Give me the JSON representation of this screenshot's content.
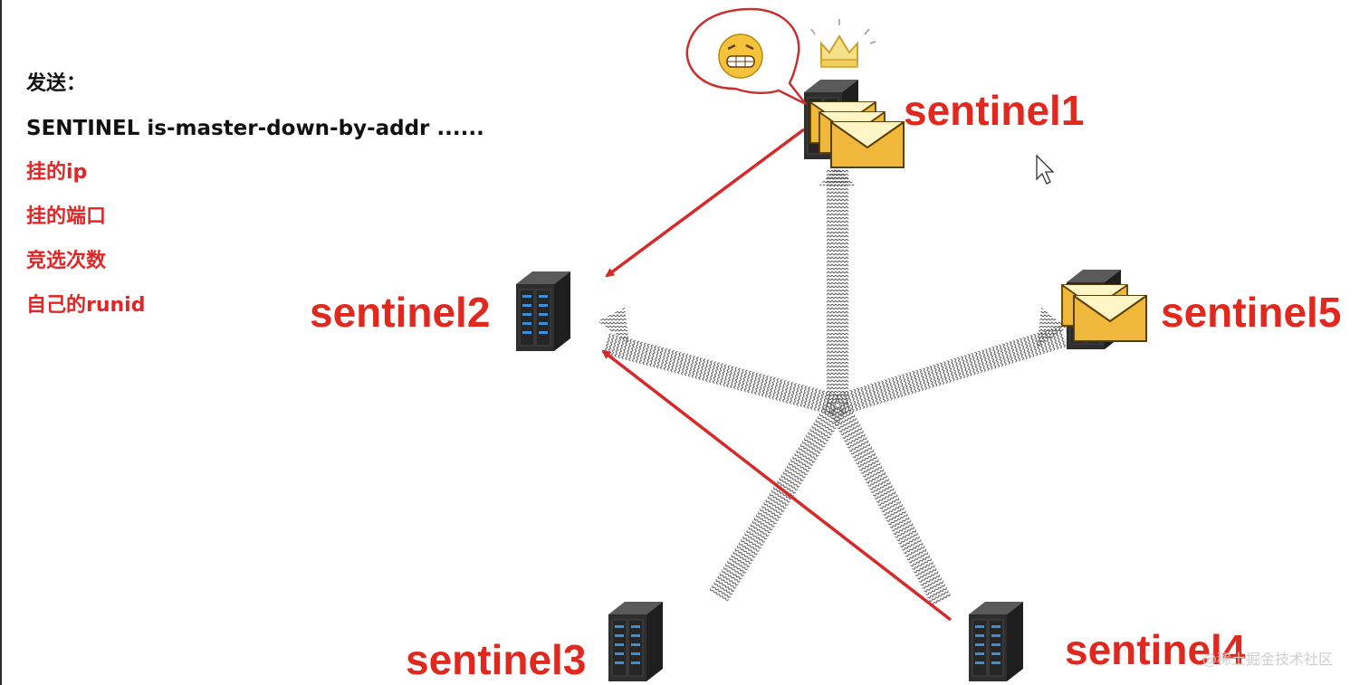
{
  "info": {
    "title": "发送：",
    "command": "SENTINEL is-master-down-by-addr ......",
    "params": [
      "挂的ip",
      "挂的端口",
      "竞选次数",
      "自己的runid"
    ]
  },
  "nodes": {
    "sentinel1": "sentinel1",
    "sentinel2": "sentinel2",
    "sentinel3": "sentinel3",
    "sentinel4": "sentinel4",
    "sentinel5": "sentinel5"
  },
  "watermark": "@稀土掘金技术社区",
  "colors": {
    "accent_red": "#e0281f",
    "envelope": "#f0b83a",
    "server": "#3a3a3a"
  },
  "icons": [
    "server-icon",
    "envelope-icon",
    "crown-icon",
    "grin-emoji-icon",
    "speech-bubble-icon",
    "cursor-icon"
  ]
}
